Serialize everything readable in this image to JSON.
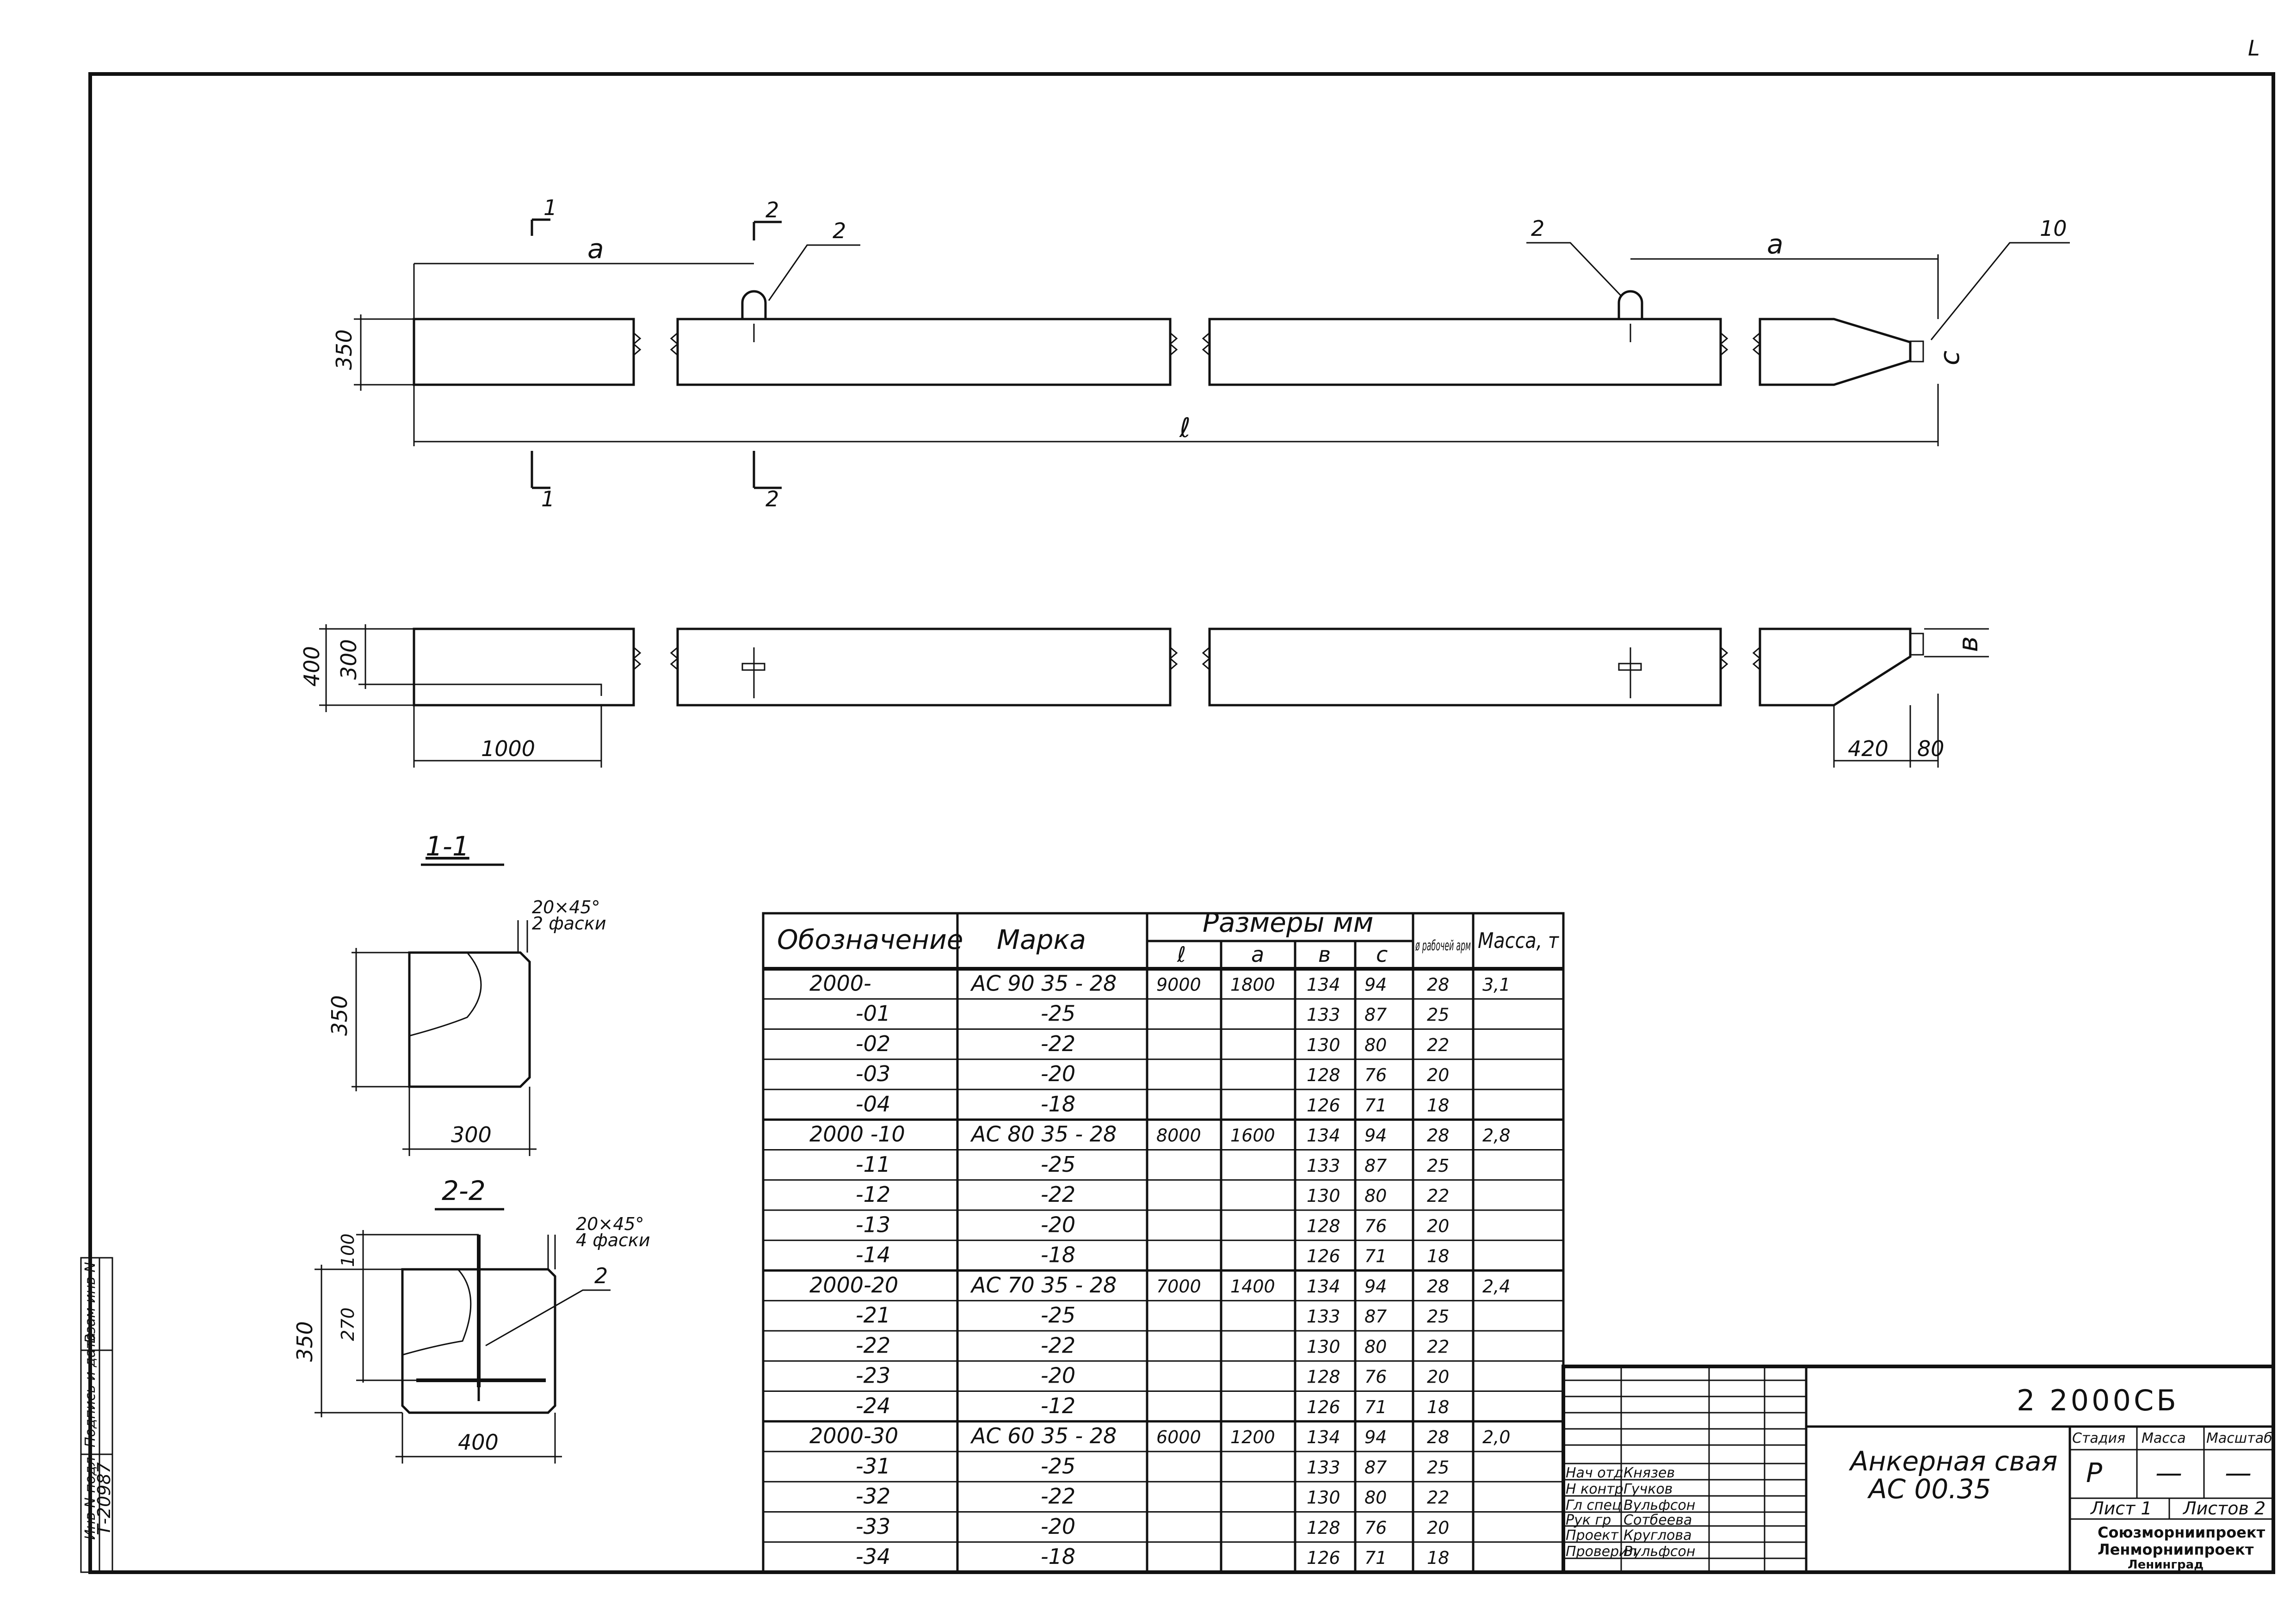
{
  "corner_mark": "L",
  "drawing": {
    "dim_a": "a",
    "dim_l": "ℓ",
    "dim_c": "c",
    "dim_b": "в",
    "dim_350": "350",
    "dim_400": "400",
    "dim_300": "300",
    "dim_1000": "1000",
    "dim_420": "420",
    "dim_80": "80",
    "section_1_mark": "1",
    "section_2_mark": "2",
    "callout_2": "2",
    "callout_10": "10"
  },
  "section_1_1": {
    "title": "1-1",
    "chamfer_dim": "20×45°",
    "chamfer_note": "2 фаски",
    "height": "350",
    "width": "300"
  },
  "section_2_2": {
    "title": "2-2",
    "chamfer_dim": "20×45°",
    "chamfer_note": "4 фаски",
    "dim_100": "100",
    "dim_270": "270",
    "height": "350",
    "width": "400",
    "callout": "2"
  },
  "spec_table": {
    "headers": {
      "designation": "Обозначение",
      "mark": "Марка",
      "dimensions": "Размеры мм",
      "l": "ℓ",
      "a": "a",
      "b": "в",
      "c": "c",
      "rebar": "ø рабочей арм",
      "mass": "Масса, т"
    },
    "rows": [
      [
        "2000-",
        "АС 90 35 - 28",
        "9000",
        "1800",
        "134",
        "94",
        "28",
        "3,1"
      ],
      [
        "-01",
        "-25",
        "",
        "",
        "133",
        "87",
        "25",
        ""
      ],
      [
        "-02",
        "-22",
        "",
        "",
        "130",
        "80",
        "22",
        ""
      ],
      [
        "-03",
        "-20",
        "",
        "",
        "128",
        "76",
        "20",
        ""
      ],
      [
        "-04",
        "-18",
        "",
        "",
        "126",
        "71",
        "18",
        ""
      ],
      [
        "2000 -10",
        "АС 80 35 - 28",
        "8000",
        "1600",
        "134",
        "94",
        "28",
        "2,8"
      ],
      [
        "-11",
        "-25",
        "",
        "",
        "133",
        "87",
        "25",
        ""
      ],
      [
        "-12",
        "-22",
        "",
        "",
        "130",
        "80",
        "22",
        ""
      ],
      [
        "-13",
        "-20",
        "",
        "",
        "128",
        "76",
        "20",
        ""
      ],
      [
        "-14",
        "-18",
        "",
        "",
        "126",
        "71",
        "18",
        ""
      ],
      [
        "2000-20",
        "АС 70 35 - 28",
        "7000",
        "1400",
        "134",
        "94",
        "28",
        "2,4"
      ],
      [
        "-21",
        "-25",
        "",
        "",
        "133",
        "87",
        "25",
        ""
      ],
      [
        "-22",
        "-22",
        "",
        "",
        "130",
        "80",
        "22",
        ""
      ],
      [
        "-23",
        "-20",
        "",
        "",
        "128",
        "76",
        "20",
        ""
      ],
      [
        "-24",
        "-12",
        "",
        "",
        "126",
        "71",
        "18",
        ""
      ],
      [
        "2000-30",
        "АС 60 35 - 28",
        "6000",
        "1200",
        "134",
        "94",
        "28",
        "2,0"
      ],
      [
        "-31",
        "-25",
        "",
        "",
        "133",
        "87",
        "25",
        ""
      ],
      [
        "-32",
        "-22",
        "",
        "",
        "130",
        "80",
        "22",
        ""
      ],
      [
        "-33",
        "-20",
        "",
        "",
        "128",
        "76",
        "20",
        ""
      ],
      [
        "-34",
        "-18",
        "",
        "",
        "126",
        "71",
        "18",
        ""
      ]
    ]
  },
  "title_block": {
    "doc_code": "2 2000СБ",
    "title_line1": "Анкерная свая",
    "title_line2": "АС 00.35",
    "stage_label": "Стадия",
    "mass_label": "Масса",
    "scale_label": "Масштаб",
    "stage_value": "Р",
    "mass_value": "—",
    "scale_value": "—",
    "sheet_label": "Лист 1",
    "sheets_label": "Листов 2",
    "org_line1": "Союзморниипроект",
    "org_line2": "Ленморниипроект",
    "org_line3": "Ленинград",
    "roles": [
      [
        "Нач отд",
        "Князев"
      ],
      [
        "Н контр",
        "Гучков"
      ],
      [
        "Гл спец",
        "Вульфсон"
      ],
      [
        "Рук гр",
        "Сотбеева"
      ],
      [
        "Проект",
        "Круглова"
      ],
      [
        "Проверил",
        "Вульфсон"
      ]
    ]
  },
  "side_stamp": {
    "inv_label": "Инв N подл",
    "sign_label": "Подпись и дата",
    "replace_label": "Взам инв N",
    "inv_value": "Т-20987"
  }
}
